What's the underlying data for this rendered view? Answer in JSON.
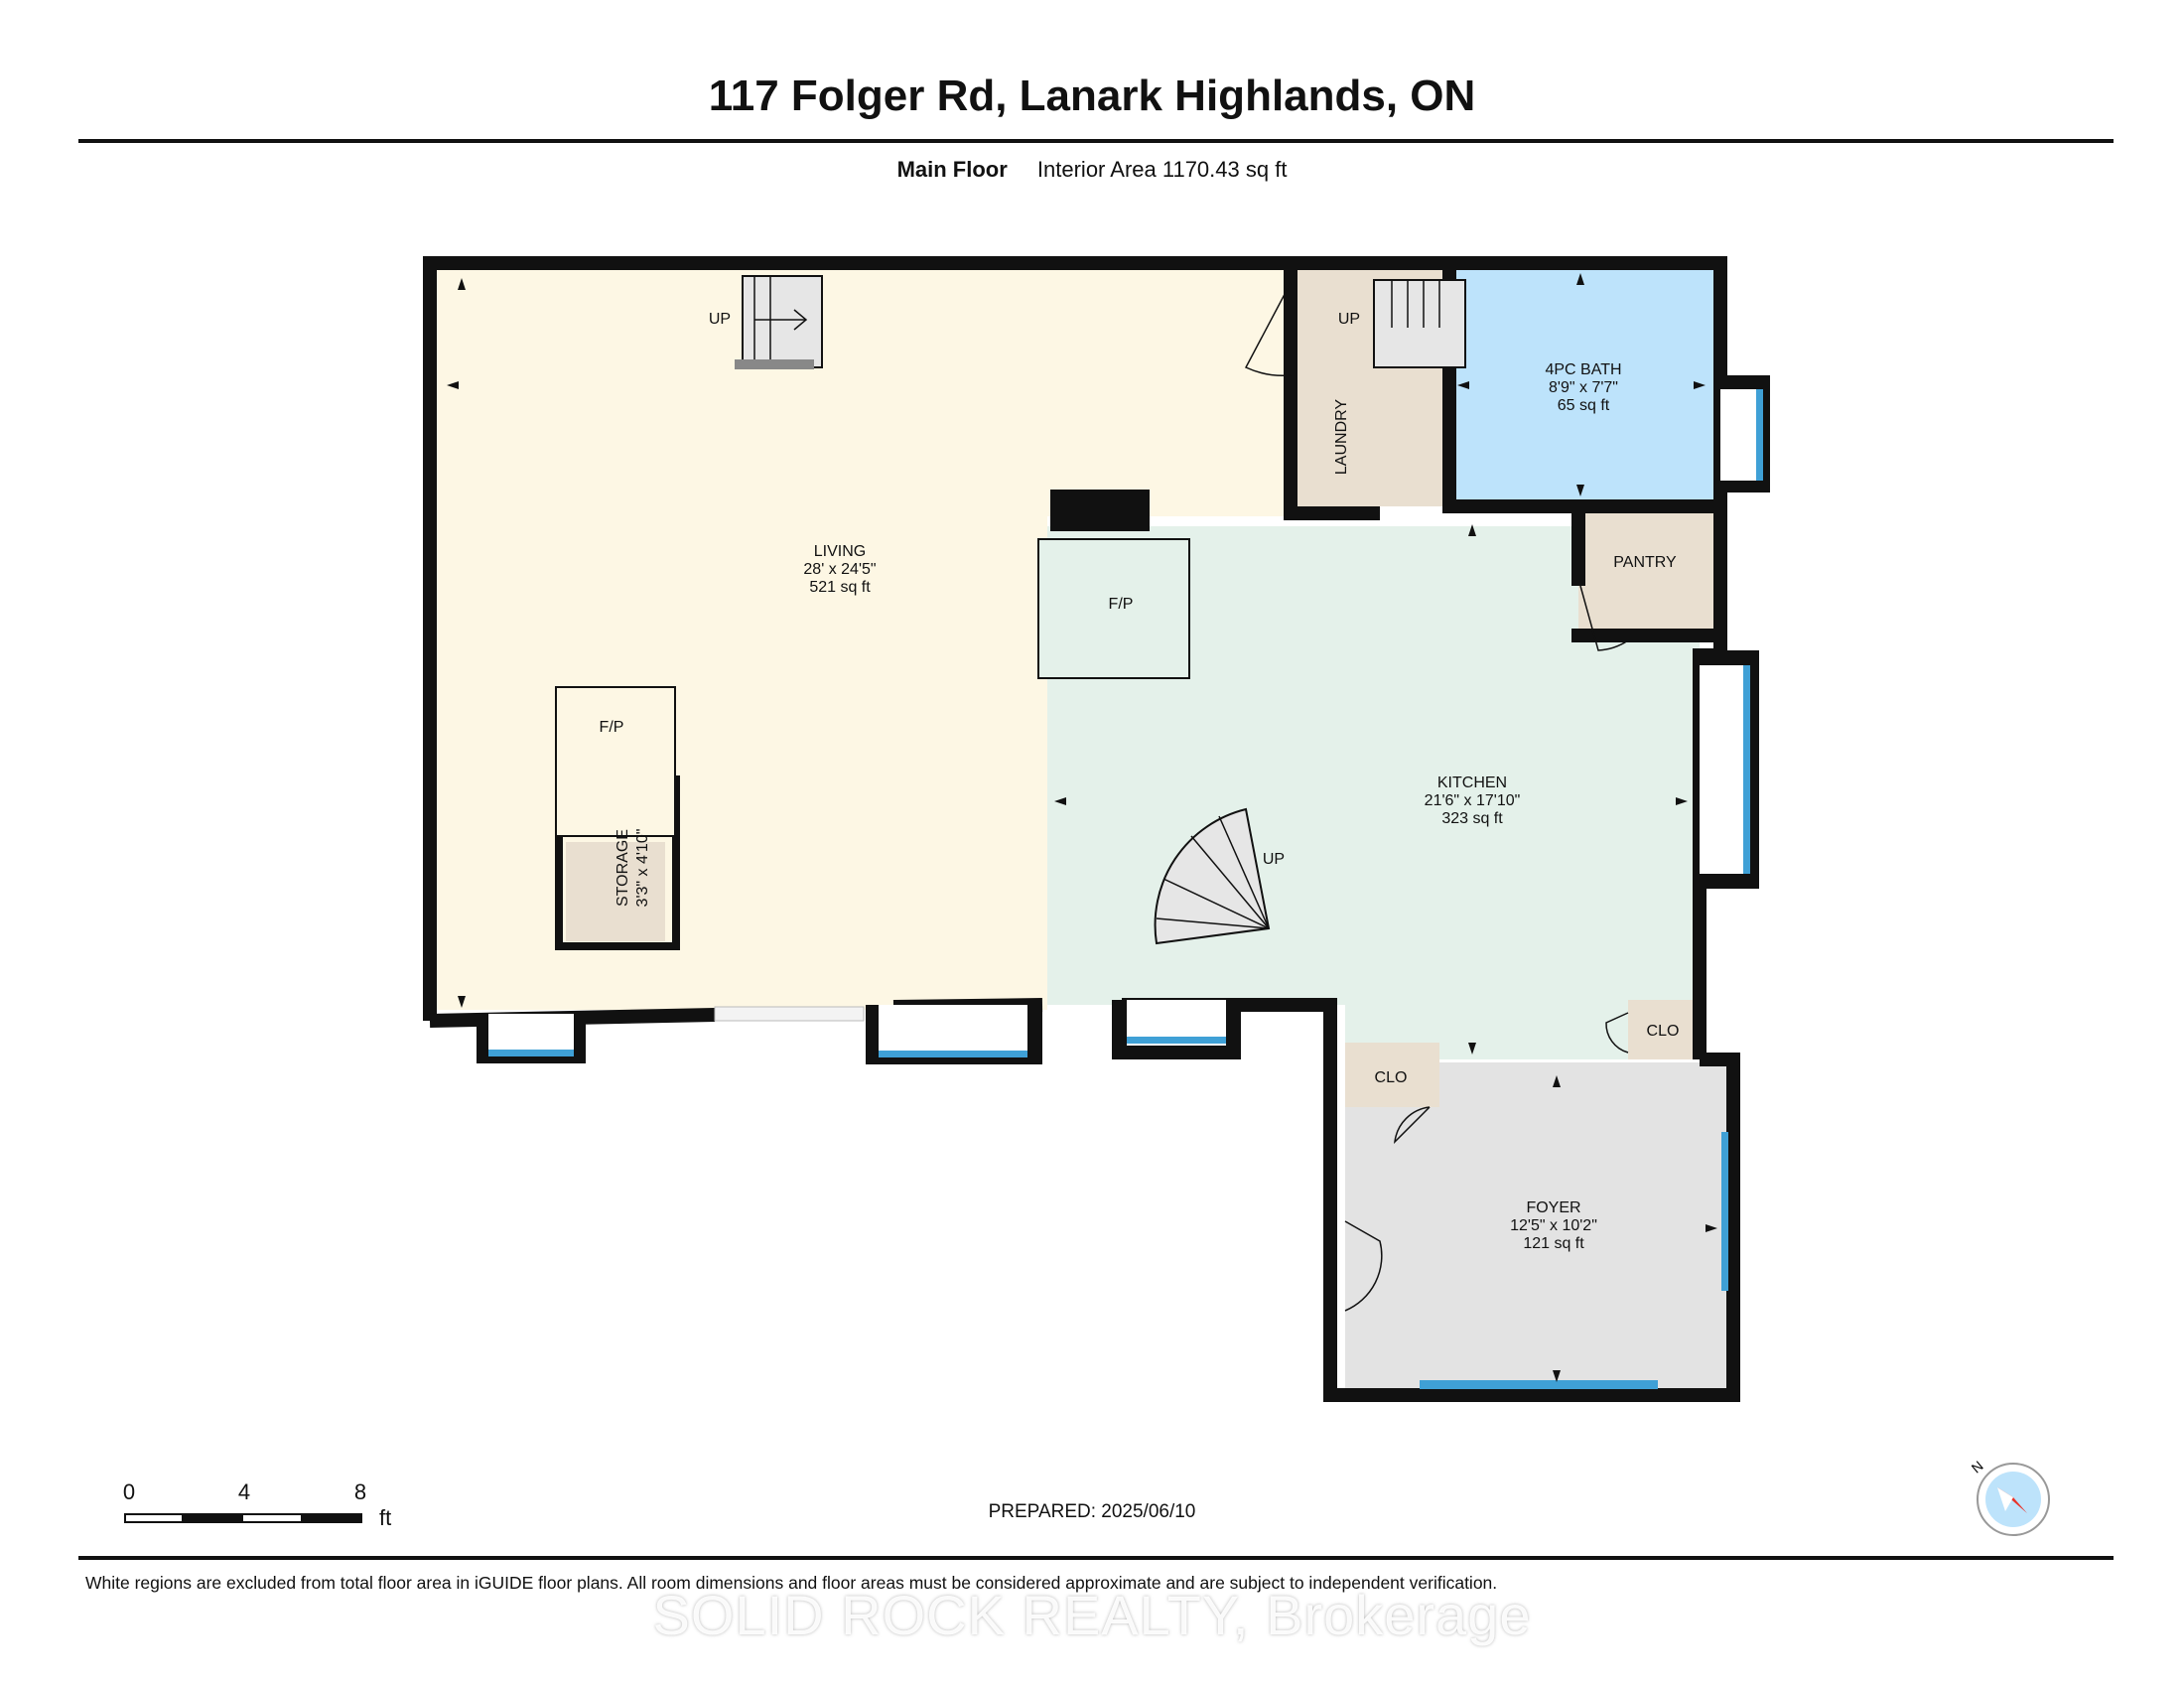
{
  "header": {
    "title": "117 Folger Rd, Lanark Highlands, ON",
    "floor_label": "Main Floor",
    "area_label": "Interior Area 1170.43 sq ft"
  },
  "rooms": {
    "living": {
      "name": "LIVING",
      "dims": "28' x 24'5\"",
      "area": "521 sq ft"
    },
    "kitchen": {
      "name": "KITCHEN",
      "dims": "21'6\" x 17'10\"",
      "area": "323 sq ft"
    },
    "bath": {
      "name": "4PC BATH",
      "dims": "8'9\" x 7'7\"",
      "area": "65 sq ft"
    },
    "foyer": {
      "name": "FOYER",
      "dims": "12'5\" x 10'2\"",
      "area": "121 sq ft"
    },
    "laundry": {
      "name": "LAUNDRY"
    },
    "pantry": {
      "name": "PANTRY"
    },
    "storage": {
      "name": "STORAGE",
      "dims": "3'3\" x 4'10\""
    },
    "clo_kitchen": {
      "name": "CLO"
    },
    "clo_foyer": {
      "name": "CLO"
    }
  },
  "labels": {
    "up": "UP",
    "fireplace": "F/P"
  },
  "scale": {
    "ticks": [
      "0",
      "4",
      "8"
    ],
    "unit": "ft"
  },
  "footer": {
    "prepared": "PREPARED: 2025/06/10",
    "disclaimer": "White regions are excluded from total floor area in iGUIDE floor plans. All room dimensions and floor areas must be considered approximate and are subject to independent verification.",
    "watermark": "SOLID ROCK REALTY, Brokerage"
  },
  "colors": {
    "living": "#fdf7e4",
    "kitchen": "#e4f1ea",
    "bath": "#bde3fb",
    "foyer": "#e3e3e3",
    "laundry": "#e9dfd0",
    "pantry": "#e9dfd0",
    "storage": "#e9dfd0",
    "wall": "#111111",
    "window": "#3fa0d6",
    "compass_accent": "#e8332a"
  }
}
